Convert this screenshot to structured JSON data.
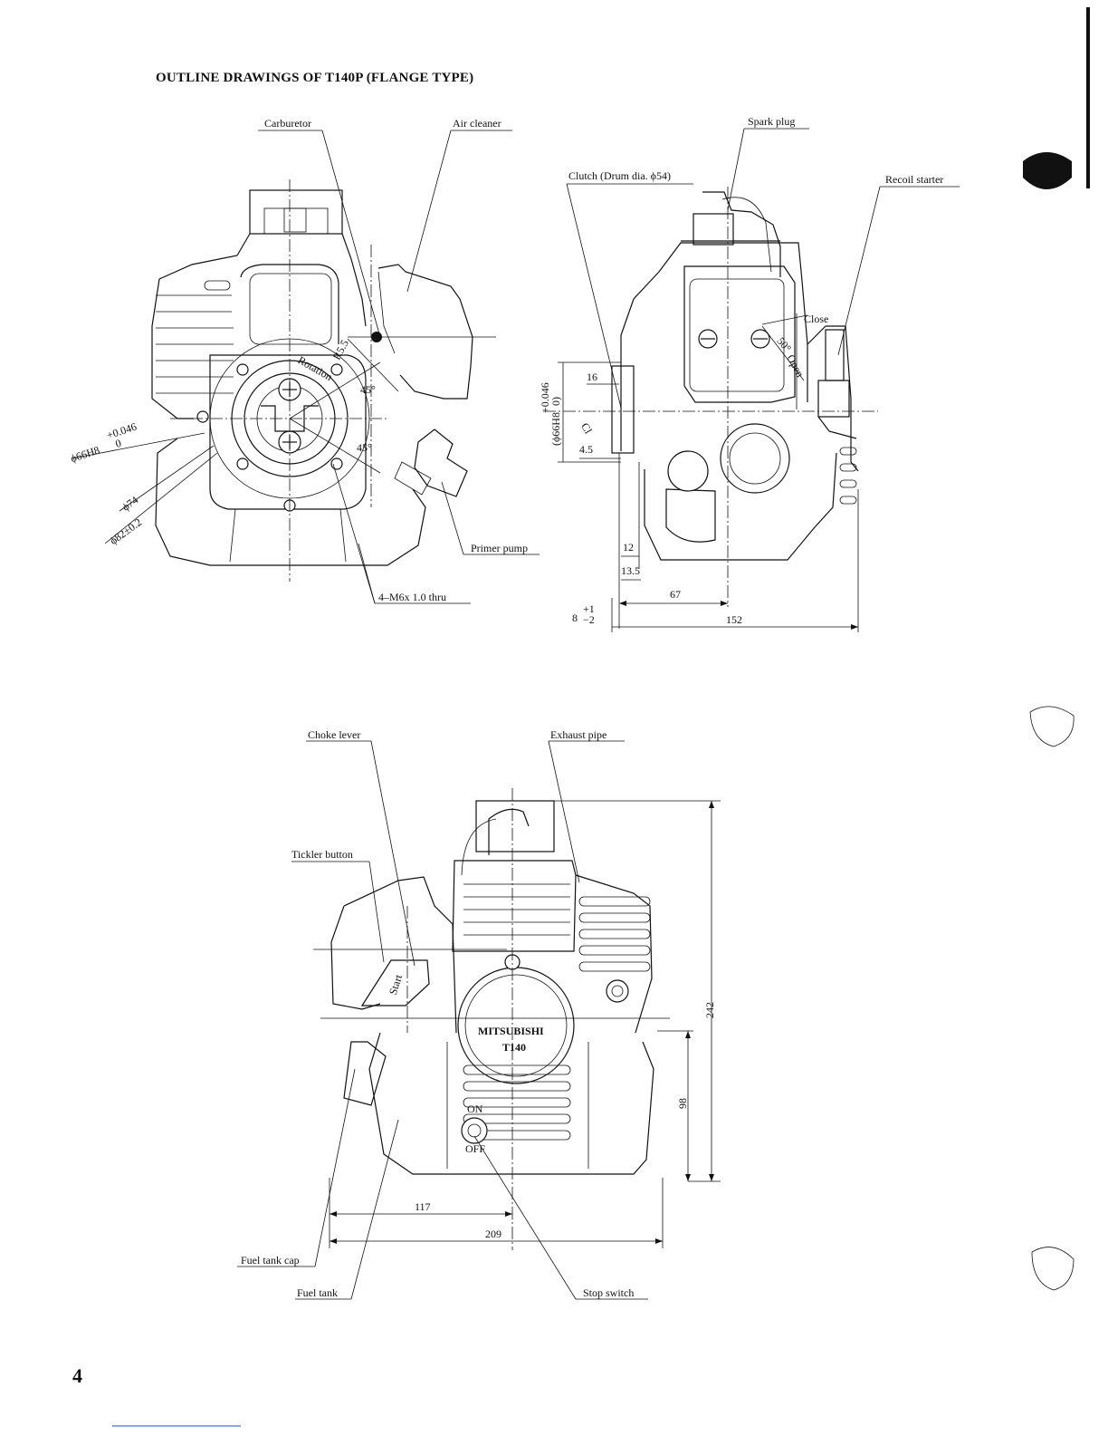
{
  "title": "OUTLINE DRAWINGS OF T140P (FLANGE TYPE)",
  "page_number": "4",
  "views": {
    "front": {
      "labels": {
        "carburetor": "Carburetor",
        "air_cleaner": "Air cleaner",
        "primer_pump": "Primer pump",
        "bolts": "4–M6x 1.0 thru"
      },
      "dims": {
        "bore_fit": "ϕ66H8",
        "bore_tol_upper": "+0.046",
        "bore_tol_lower": "0",
        "d74": "ϕ74",
        "d82": "ϕ82±0.2",
        "r55": "R5.5",
        "angle1": "45°",
        "angle2": "45°",
        "rotation": "Rotation"
      }
    },
    "side": {
      "labels": {
        "spark_plug": "Spark plug",
        "clutch": "Clutch (Drum dia. ϕ54)",
        "recoil_starter": "Recoil starter",
        "close": "Close",
        "open": "Open",
        "angle": "50°"
      },
      "dims": {
        "d16": "16",
        "fit": "(ϕ66H8",
        "fit_tol_upper": "+0.046",
        "fit_tol_lower": "0)",
        "cl": "Cl",
        "d4_5": "4.5",
        "d12": "12",
        "d13_5": "13.5",
        "d67": "67",
        "d152": "152",
        "d8": "8",
        "d8_upper": "+1",
        "d8_lower": "−2"
      }
    },
    "rear": {
      "labels": {
        "choke_lever": "Choke lever",
        "exhaust_pipe": "Exhaust pipe",
        "tickler_button": "Tickler button",
        "fuel_tank_cap": "Fuel tank cap",
        "fuel_tank": "Fuel tank",
        "stop_switch": "Stop switch",
        "start": "Start",
        "on": "ON",
        "off": "OFF",
        "brand": "MITSUBISHI",
        "model": "T140"
      },
      "dims": {
        "d242": "242",
        "d98": "98",
        "d117": "117",
        "d209": "209"
      }
    }
  }
}
